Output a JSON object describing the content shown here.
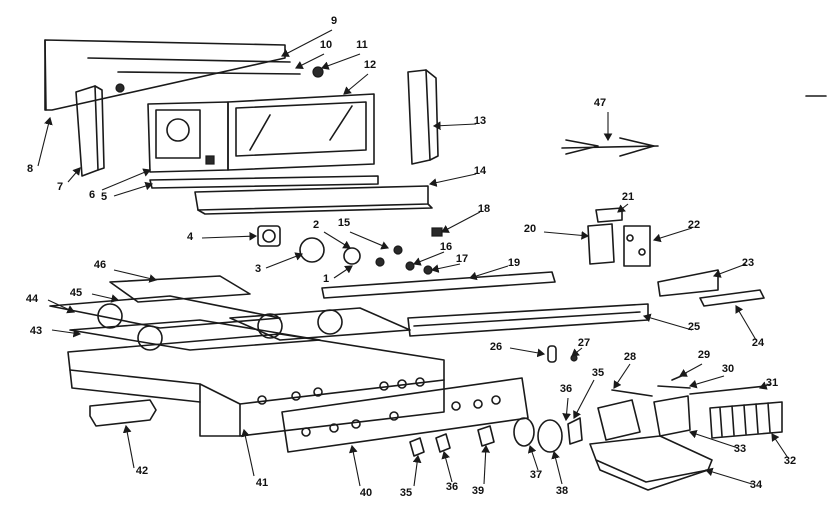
{
  "diagram": {
    "labels": [
      "1",
      "2",
      "3",
      "4",
      "5",
      "6",
      "7",
      "8",
      "9",
      "10",
      "11",
      "12",
      "13",
      "14",
      "15",
      "16",
      "17",
      "18",
      "19",
      "20",
      "21",
      "22",
      "23",
      "24",
      "25",
      "26",
      "27",
      "28",
      "29",
      "30",
      "31",
      "32",
      "33",
      "34",
      "35",
      "36",
      "37",
      "38",
      "39",
      "40",
      "41",
      "42",
      "43",
      "44",
      "45",
      "46",
      "47"
    ],
    "extra_labels": [
      "35",
      "36"
    ]
  }
}
